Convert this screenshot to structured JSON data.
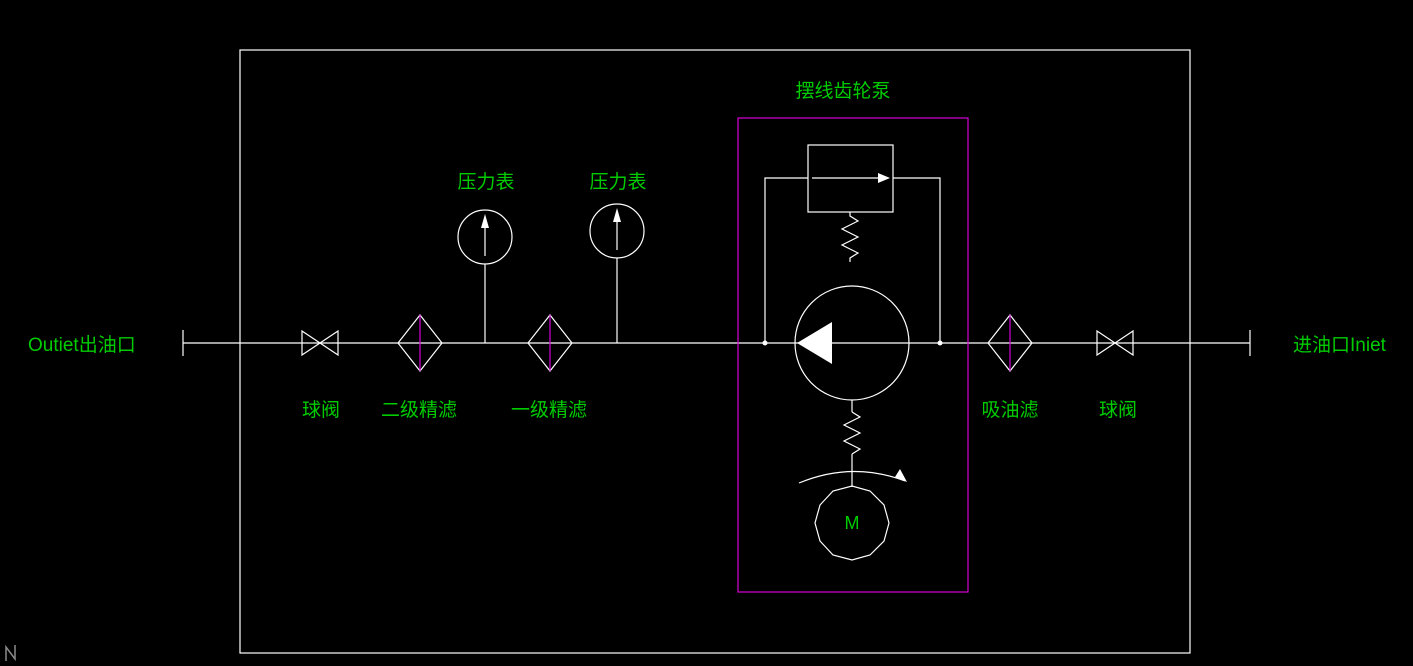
{
  "colors": {
    "background": "#000000",
    "line": "#FFFFFF",
    "label": "#00CC00",
    "magenta": "#D400D4"
  },
  "schematic": {
    "pump_unit_title": "摆线齿轮泵",
    "outlet_port": "Outiet出油口",
    "inlet_port": "进油口Iniet",
    "ball_valve_left": "球阀",
    "secondary_filter": "二级精滤",
    "pressure_gauge_left": "压力表",
    "primary_filter": "一级精滤",
    "pressure_gauge_right": "压力表",
    "suction_filter": "吸油滤",
    "ball_valve_right": "球阀",
    "motor": "M"
  }
}
